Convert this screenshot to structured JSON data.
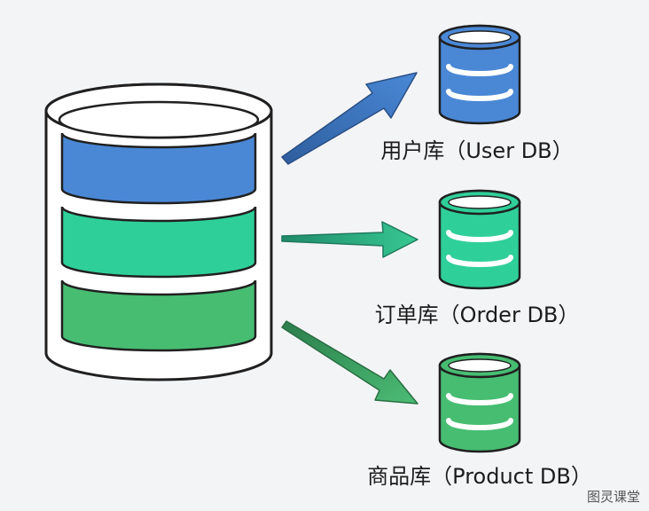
{
  "colors": {
    "blue": "#4a88d6",
    "teal": "#2fcf9a",
    "green": "#47bd72",
    "outline": "#202020",
    "shell": "#ffffff",
    "background": "#f3f4f6"
  },
  "source": {
    "segments": [
      "blue",
      "teal",
      "green"
    ]
  },
  "targets": [
    {
      "label": "用户库（User DB）",
      "color": "blue"
    },
    {
      "label": "订单库（Order DB）",
      "color": "teal"
    },
    {
      "label": "商品库（Product DB）",
      "color": "green"
    }
  ],
  "watermark": "图灵课堂"
}
